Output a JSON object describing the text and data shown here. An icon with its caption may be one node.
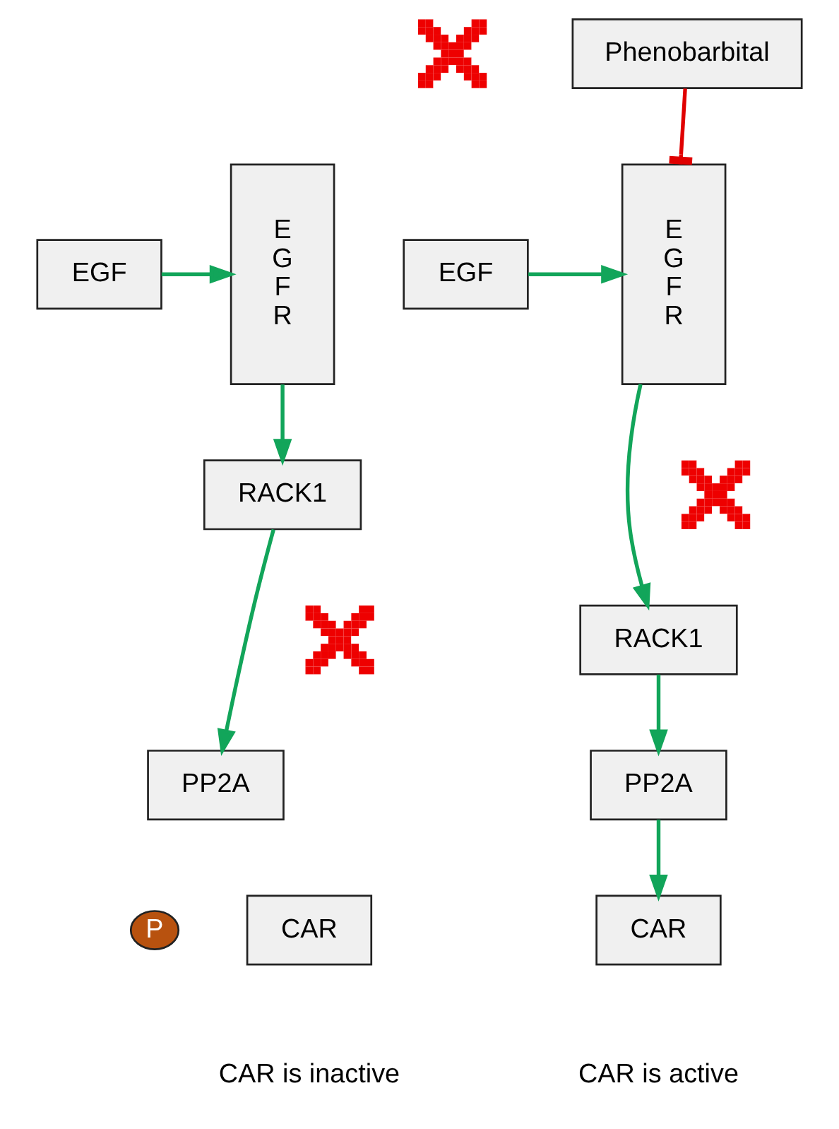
{
  "diagram": {
    "nodes": [
      {
        "text": [
          "EGF"
        ]
      },
      {
        "text": [
          "E G F R"
        ]
      },
      {
        "text": [
          "RACK1"
        ]
      },
      {
        "text": [
          "PP2A"
        ]
      },
      {
        "text": [
          "CAR"
        ]
      },
      {
        "text": [
          "P"
        ]
      },
      {
        "text": [
          "Phenobarbital"
        ]
      },
      {
        "text": [
          "EGF"
        ]
      },
      {
        "text": [
          "E G F R"
        ]
      },
      {
        "text": [
          "RACK1"
        ]
      },
      {
        "text": [
          "PP2A"
        ]
      },
      {
        "text": [
          "CAR"
        ]
      },
      {
        "text": [],
        "shape": "cross"
      },
      {
        "text": [],
        "shape": "cross"
      },
      {
        "text": [],
        "shape": "cross"
      }
    ],
    "edges": [
      {
        "from": 0,
        "to": 1,
        "arrow": "to"
      },
      {
        "from": 1,
        "to": 2,
        "arrow": "to"
      },
      {
        "from": 2,
        "to": 3,
        "arrow": "to"
      },
      {
        "from": 6,
        "to": 8,
        "arrow": "other",
        "color": "#e00000"
      },
      {
        "from": 7,
        "to": 8,
        "arrow": "to"
      },
      {
        "from": 8,
        "to": 9,
        "arrow": "to"
      },
      {
        "from": 9,
        "to": 10,
        "arrow": "to"
      },
      {
        "from": 10,
        "to": 11,
        "arrow": "to"
      }
    ],
    "labels": [
      "CAR is inactive",
      "CAR is active"
    ]
  }
}
